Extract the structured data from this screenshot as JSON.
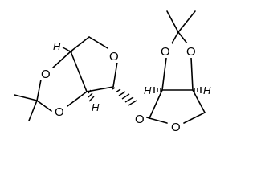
{
  "diagram": {
    "type": "chemical-structure",
    "atom_labels": {
      "oxygen": "O",
      "hydrogen": "H"
    },
    "stereo_hydrogens": [
      "H",
      "H",
      "H",
      "H"
    ],
    "ring_oxygens": [
      "O",
      "O",
      "O",
      "O",
      "O",
      "O",
      "O"
    ]
  }
}
